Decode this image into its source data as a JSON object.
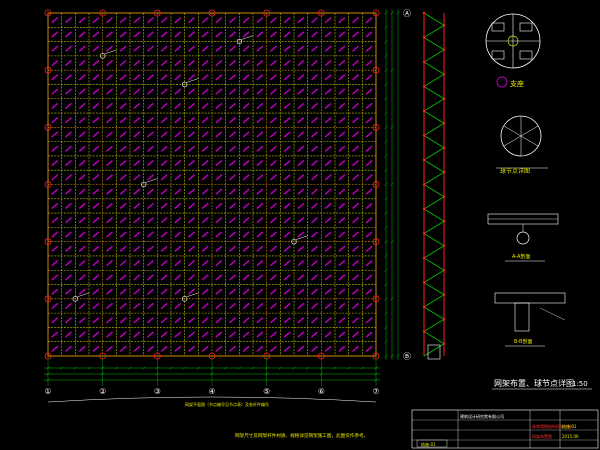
{
  "colors": {
    "background": "#000000",
    "grid_main": "#c8c800",
    "grid_minor": "#d08a00",
    "diagonal": "#b000b0",
    "node": "#ff2020",
    "edge": "#00c000",
    "dimension": "#00c000",
    "text_yellow": "#e8e800",
    "text_white": "#ffffff",
    "text_red": "#ff3030",
    "frame": "#ffffff"
  },
  "plan": {
    "grid_cols": 24,
    "grid_rows": 24,
    "column_axis_labels": [
      "①",
      "②",
      "③",
      "④",
      "⑤",
      "⑥",
      "⑦"
    ],
    "row_axis_labels": [
      "Ⓐ",
      "Ⓑ"
    ],
    "note": "网架平面图（节点编号见节点表）及各杆件编号"
  },
  "detail_titles": {
    "support_title": "支座",
    "node_detail_title": "球节点详图",
    "section_a": "A-A剖面",
    "section_b": "B-B剖面",
    "main_title": "网架布置、球节点详图",
    "scale": "1:50"
  },
  "bottom_note": "网架尺寸及网架杆件材质、规格详见网架施工图，此图仅作参考。",
  "title_block": {
    "company": "建筑设计研究院有限公司",
    "project": "体育馆钢结构网架工程",
    "drawing_name": "网架布置图",
    "drawing_no": "结施-01",
    "date": "2015.06"
  }
}
